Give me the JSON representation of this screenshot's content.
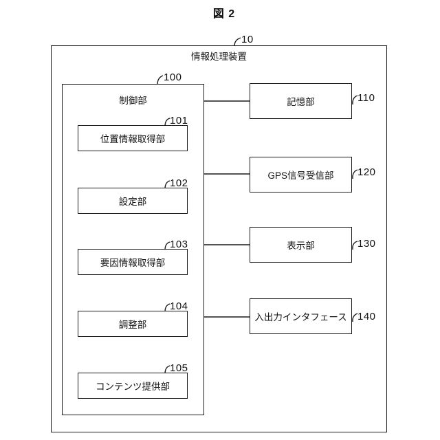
{
  "figure": {
    "title": "図 2",
    "colors": {
      "line": "#1a1a1a",
      "background": "#ffffff"
    },
    "device": {
      "ref": "10",
      "label": "情報処理装置",
      "control_unit": {
        "ref": "100",
        "label": "制御部",
        "children": [
          {
            "ref": "101",
            "label": "位置情報取得部"
          },
          {
            "ref": "102",
            "label": "設定部"
          },
          {
            "ref": "103",
            "label": "要因情報取得部"
          },
          {
            "ref": "104",
            "label": "調整部"
          },
          {
            "ref": "105",
            "label": "コンテンツ提供部"
          }
        ]
      },
      "peripherals": [
        {
          "ref": "110",
          "label": "記憶部"
        },
        {
          "ref": "120",
          "label": "GPS信号受信部"
        },
        {
          "ref": "130",
          "label": "表示部"
        },
        {
          "ref": "140",
          "label": "入出力インタフェース"
        }
      ]
    }
  }
}
